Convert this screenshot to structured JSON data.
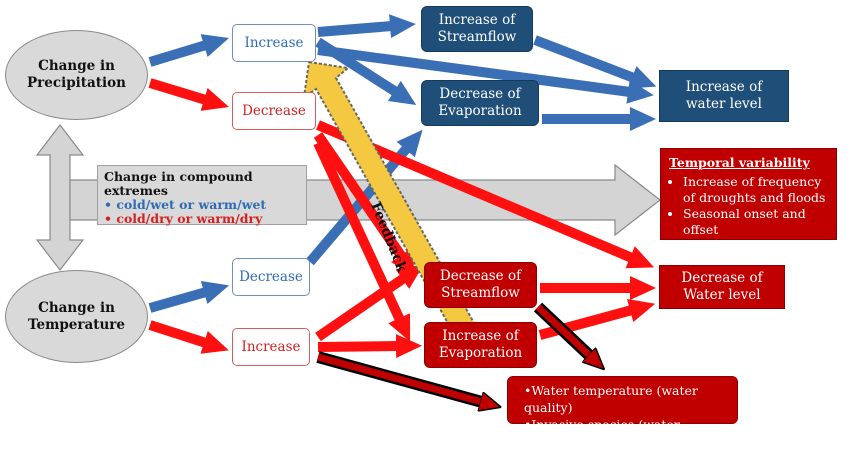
{
  "nodes": {
    "precipitation": "Change in\nPrecipitation",
    "temperature": "Change in\nTemperature",
    "precip_increase": "Increase",
    "precip_decrease": "Decrease",
    "temp_decrease": "Decrease",
    "temp_increase": "Increase",
    "increase_streamflow": "Increase of\nStreamflow",
    "decrease_evaporation": "Decrease of\nEvaporation",
    "increase_water_level": "Increase of\nwater level",
    "decrease_streamflow": "Decrease of\nStreamflow",
    "increase_evaporation": "Increase of\nEvaporation",
    "decrease_water_level": "Decrease of\nWater level"
  },
  "compound_extremes": {
    "title": "Change in compound extremes",
    "item_blue": "• cold/wet or warm/wet",
    "item_red": "• cold/dry or warm/dry"
  },
  "temporal_variability": {
    "title": "Temporal variability",
    "items": [
      "Increase of frequency of droughts and floods",
      "Seasonal onset and offset"
    ]
  },
  "water_quality": {
    "items": [
      "Water temperature (water quality)",
      "Invasive species (water hyacinth)"
    ]
  },
  "feedback_label": "Feedback",
  "colors": {
    "blue_arrow": "#3a6fb5",
    "red_arrow": "#ff1010",
    "navy_box": "#1f4e79",
    "red_box": "#c00000",
    "grey_arrow": "#cfcfcf",
    "feedback_arrow": "#f5c842"
  }
}
